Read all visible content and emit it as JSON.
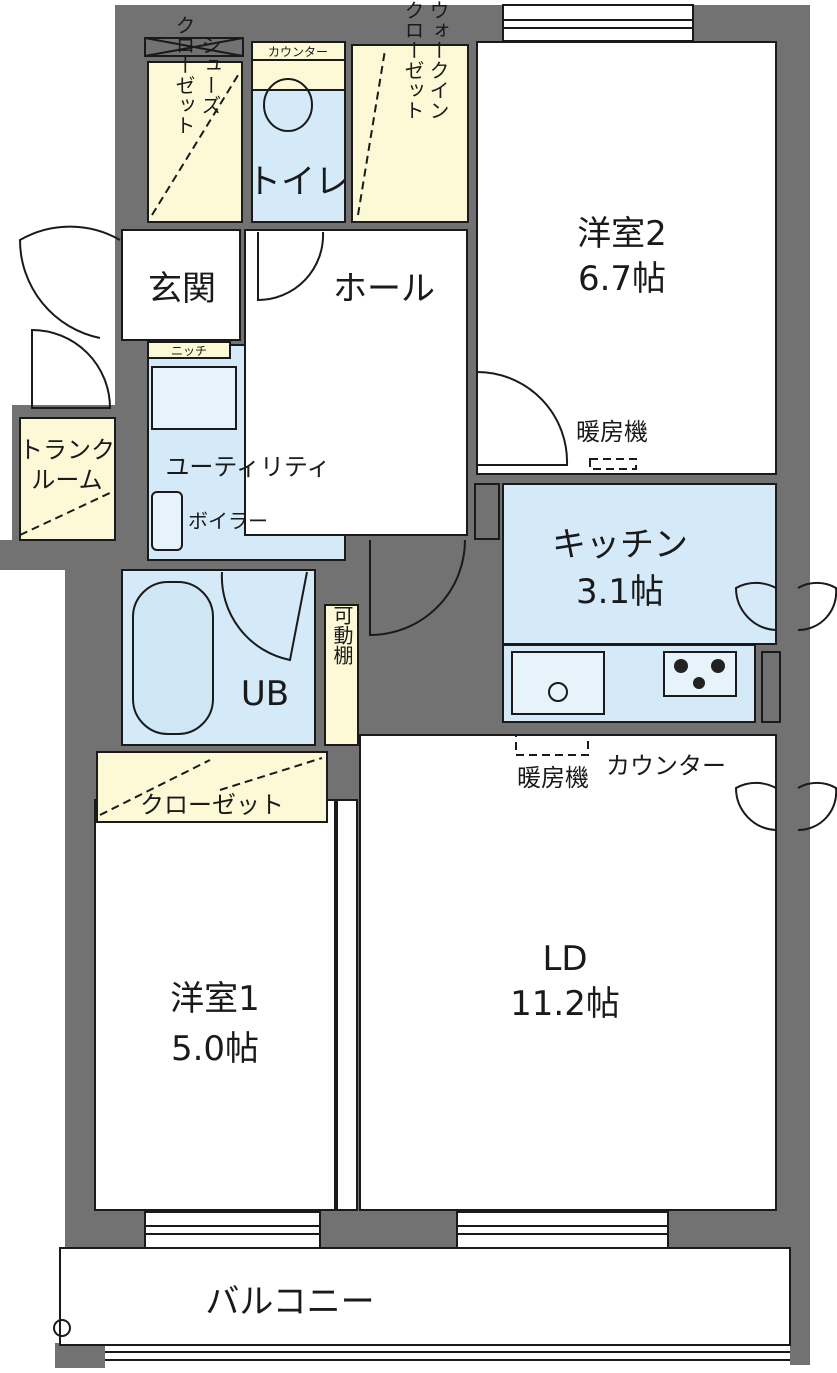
{
  "rooms": {
    "western_room_2": {
      "name": "洋室2",
      "size": "6.7帖"
    },
    "western_room_1": {
      "name": "洋室1",
      "size": "5.0帖"
    },
    "kitchen": {
      "name": "キッチン",
      "size": "3.1帖"
    },
    "ld": {
      "name": "LD",
      "size": "11.2帖"
    },
    "entrance": {
      "name": "玄関"
    },
    "hall": {
      "name": "ホール"
    },
    "toilet": {
      "name": "トイレ"
    },
    "utility": {
      "name": "ユーティリティ"
    },
    "unit_bath": {
      "name": "UB"
    },
    "balcony": {
      "name": "バルコニー"
    },
    "trunk_room": {
      "name_line1": "トランク",
      "name_line2": "ルーム"
    }
  },
  "labels": {
    "shoe_closet_1": "シューズ",
    "shoe_closet_2": "クローゼット",
    "walk_in_1": "ウォークイン",
    "walk_in_2": "クローゼット",
    "toilet_counter": "カウンター",
    "niche": "ニッチ",
    "boiler": "ボイラー",
    "movable_shelf": "可動棚",
    "closet": "クローゼット",
    "heater_room2": "暖房機",
    "heater_ld": "暖房機",
    "kitchen_counter": "カウンター"
  },
  "colors": {
    "wall": "#727272",
    "wet_area": "#d4eaf8",
    "storage": "#fdf9d6"
  }
}
